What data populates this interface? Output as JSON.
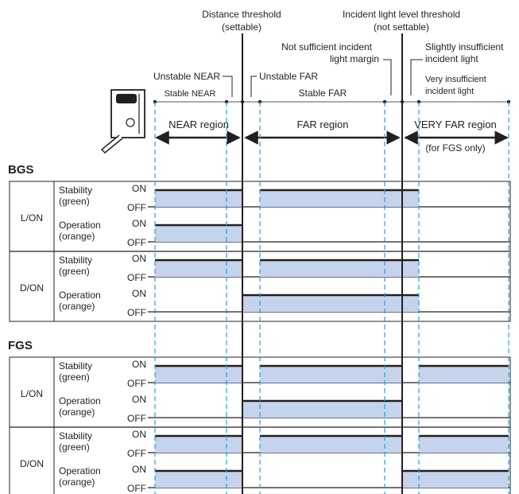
{
  "header": {
    "distance_threshold": [
      "Distance threshold",
      "(settable)"
    ],
    "incident_threshold": [
      "Incident light level threshold",
      "(not settable)"
    ],
    "not_sufficient": [
      "Not sufficient incident",
      "light margin"
    ],
    "slightly_insufficient": [
      "Slightly insufficient",
      "incident light"
    ],
    "very_insufficient": [
      "Very insufficient",
      "incident light"
    ],
    "unstable_near": "Unstable NEAR",
    "unstable_far": "Unstable FAR",
    "stable_near": "Stable NEAR",
    "stable_far": "Stable FAR",
    "near_region": "NEAR region",
    "far_region": "FAR region",
    "very_far_region": "VERY FAR region",
    "for_fgs_only": "(for FGS only)"
  },
  "signal_labels": {
    "stability": [
      "Stability",
      "(green)"
    ],
    "operation": [
      "Operation",
      "(orange)"
    ],
    "on": "ON",
    "off": "OFF"
  },
  "sections": [
    {
      "title": "BGS",
      "modes": [
        {
          "mode": "L/ON",
          "stability": [
            [
              0,
              1
            ],
            [
              2,
              4
            ]
          ],
          "operation": [
            [
              0,
              1
            ]
          ]
        },
        {
          "mode": "D/ON",
          "stability": [
            [
              0,
              1
            ],
            [
              2,
              4
            ]
          ],
          "operation": [
            [
              1,
              4
            ]
          ]
        }
      ]
    },
    {
      "title": "FGS",
      "modes": [
        {
          "mode": "L/ON",
          "stability": [
            [
              0,
              1
            ],
            [
              2,
              3
            ],
            [
              4,
              5
            ]
          ],
          "operation": [
            [
              1,
              3
            ]
          ]
        },
        {
          "mode": "D/ON",
          "stability": [
            [
              0,
              1
            ],
            [
              2,
              3
            ],
            [
              4,
              5
            ]
          ],
          "operation": [
            [
              0,
              1
            ],
            [
              3,
              5
            ]
          ]
        }
      ]
    }
  ],
  "colors": {
    "fill": "#c5d3ec",
    "dashed": "#2a9cd6",
    "line": "#231f20"
  }
}
